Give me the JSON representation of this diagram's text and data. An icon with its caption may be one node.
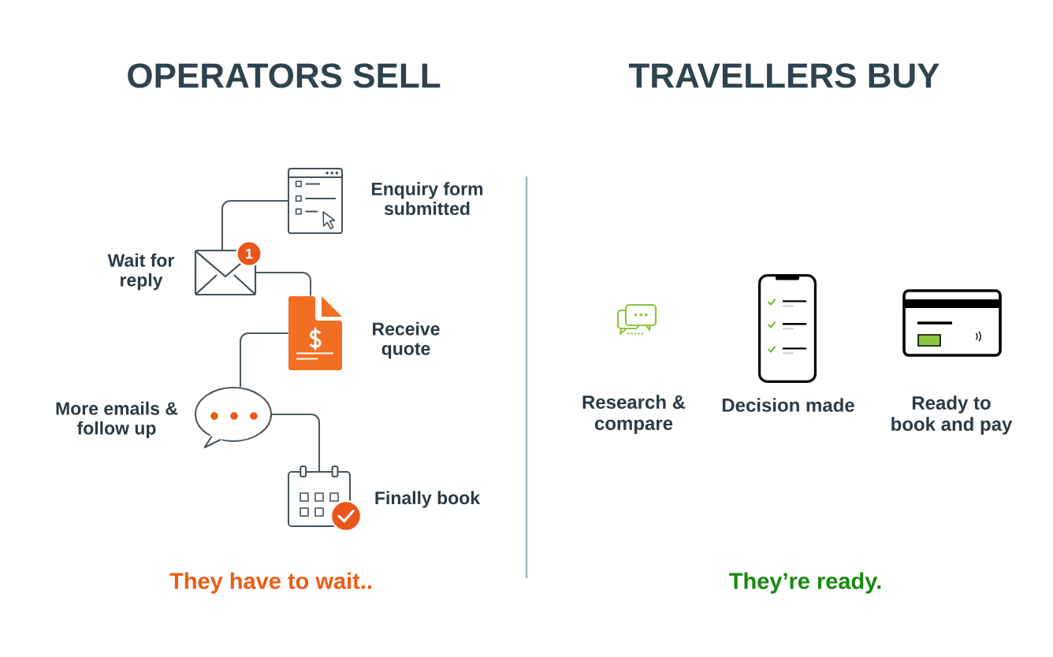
{
  "diagram": {
    "nodes": [
      {
        "text": [],
        "shape": "picture",
        "beside": [
          "Enquiry form submitted"
        ]
      },
      {
        "text": [],
        "shape": "picture",
        "beside": [
          "Wait for reply"
        ]
      },
      {
        "text": [],
        "shape": "picture",
        "beside": [
          "Receive quote"
        ]
      },
      {
        "text": [],
        "shape": "picture",
        "beside": [
          "More emails & follow up"
        ]
      },
      {
        "text": [],
        "shape": "picture",
        "beside": [
          "Finally book"
        ]
      },
      {
        "text": [],
        "shape": "picture",
        "beside": [
          "Research & compare"
        ]
      },
      {
        "text": [],
        "shape": "picture",
        "beside": [
          "Decision made"
        ]
      },
      {
        "text": [],
        "shape": "picture",
        "beside": [
          "Ready to book and pay"
        ]
      }
    ],
    "edges": [
      {
        "from": 0,
        "to": 1,
        "arrow": "none"
      },
      {
        "from": 1,
        "to": 2,
        "arrow": "none"
      },
      {
        "from": 2,
        "to": 3,
        "arrow": "none"
      },
      {
        "from": 3,
        "to": 4,
        "arrow": "none"
      }
    ],
    "labels": [
      "OPERATORS SELL",
      "TRAVELLERS BUY",
      "1",
      "They have to wait..",
      "They’re ready."
    ]
  }
}
